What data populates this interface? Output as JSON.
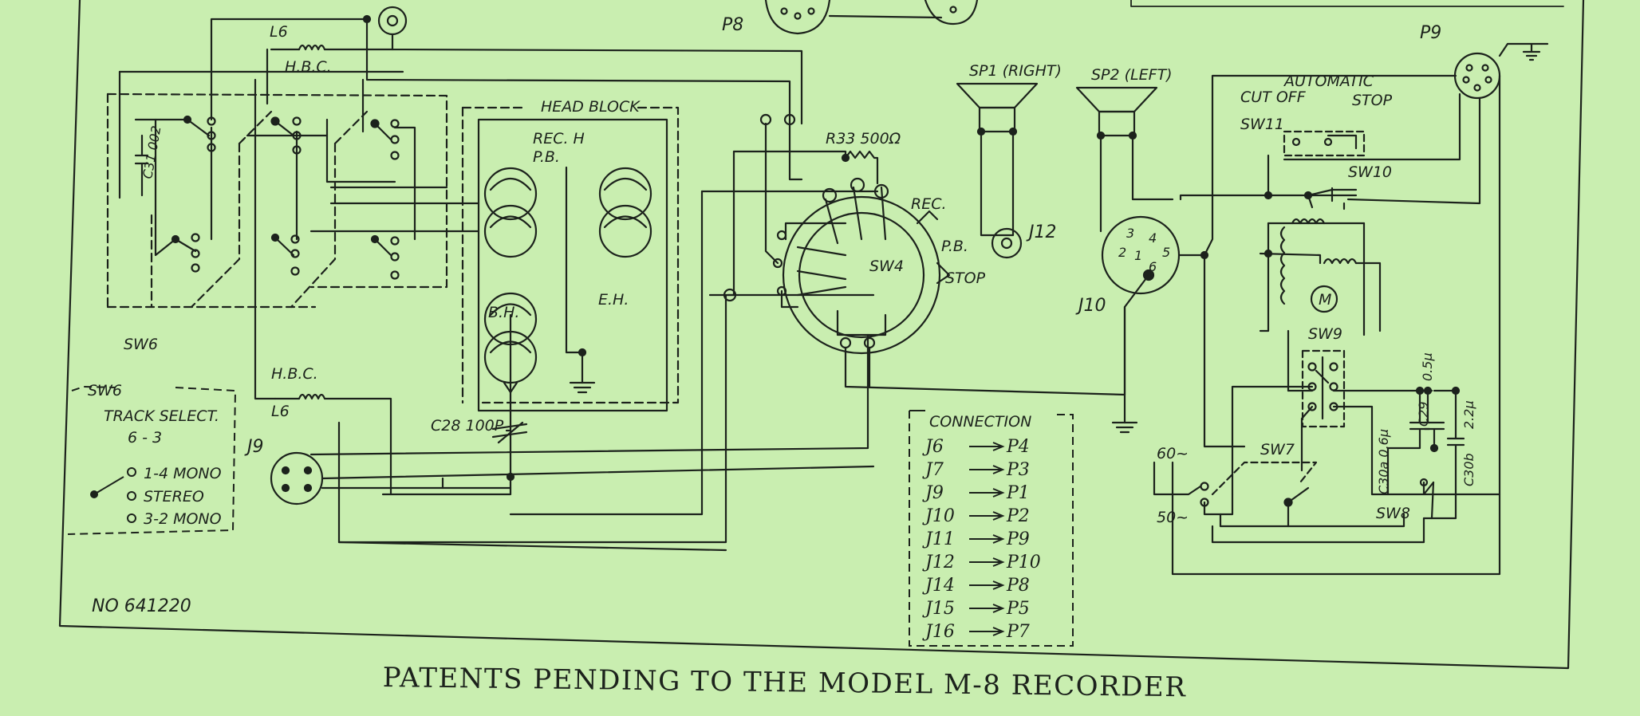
{
  "labels": {
    "top_plug_left": "P8",
    "top_plug_right": "P9",
    "coil_top": "L6",
    "hbc_top": "H.B.C.",
    "head_block": "HEAD BLOCK",
    "rec_h": "REC. H",
    "pb": "P.B.",
    "bh": "B.H.",
    "eh": "E.H.",
    "cap_c31": "C31 002",
    "sw6": "SW6",
    "hbc_bottom": "H.B.C.",
    "coil_bottom": "L6",
    "j9": "J9",
    "c28": "C28 100P",
    "r33": "R33 500Ω",
    "rec": "REC.",
    "sw4_pb": "P.B.",
    "stop": "STOP",
    "sw4": "SW4",
    "sp1": "SP1 (RIGHT)",
    "sp2": "SP2 (LEFT)",
    "j12": "J12",
    "j10": "J10",
    "j10_pin3": "3",
    "j10_pin4": "4",
    "j10_pin2": "2",
    "j10_pin1": "1",
    "j10_pin5": "5",
    "j10_pin6": "6",
    "automatic": "AUTOMATIC",
    "cutoff": "CUT OFF",
    "stop_right": "STOP",
    "sw11": "SW11",
    "sw10": "SW10",
    "motor": "M",
    "sw9": "SW9",
    "c30a": "C30a 0.6μ",
    "c29": "C29",
    "c29_val": "0.5μ",
    "c30b": "C30b",
    "c30b_val": "2.2μ",
    "sw7": "SW7",
    "hz60": "60~",
    "hz50": "50~",
    "sw8": "SW8",
    "serial": "NO 641220"
  },
  "track_select": {
    "title": "SW6",
    "subtitle": "TRACK SELECT.",
    "ratio": "6 - 3",
    "options": [
      "1-4 MONO",
      "STEREO",
      "3-2 MONO"
    ]
  },
  "connection": {
    "title": "CONNECTION",
    "rows": [
      {
        "from": "J6",
        "to": "P4"
      },
      {
        "from": "J7",
        "to": "P3"
      },
      {
        "from": "J9",
        "to": "P1"
      },
      {
        "from": "J10",
        "to": "P2"
      },
      {
        "from": "J11",
        "to": "P9"
      },
      {
        "from": "J12",
        "to": "P10"
      },
      {
        "from": "J14",
        "to": "P8"
      },
      {
        "from": "J15",
        "to": "P5"
      },
      {
        "from": "J16",
        "to": "P7"
      }
    ]
  },
  "footer": "PATENTS PENDING TO THE MODEL M-8 RECORDER",
  "colors": {
    "paper": "#c9eeb0",
    "ink": "#1c221c"
  }
}
